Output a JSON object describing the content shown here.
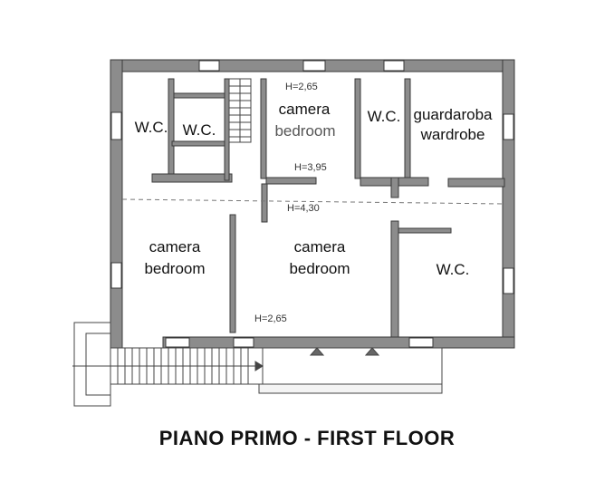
{
  "floor_title": "PIANO PRIMO - FIRST FLOOR",
  "rooms": {
    "wc_left": "W.C.",
    "wc_center": "W.C.",
    "camera_top": "camera",
    "bedroom_top": "bedroom",
    "wc_top_right": "W.C.",
    "guardaroba": "guardaroba",
    "wardrobe": "wardrobe",
    "camera_left": "camera",
    "bedroom_left": "bedroom",
    "camera_center": "camera",
    "bedroom_center": "bedroom",
    "wc_right": "W.C."
  },
  "heights": {
    "h_top": "H=2,65",
    "h_hall": "H=3,95",
    "h_mid": "H=4,30",
    "h_bottom": "H=2,65"
  },
  "colors": {
    "wall_fill": "#8c8c8c",
    "wall_stroke": "#3a3a3a",
    "line": "#555555"
  }
}
